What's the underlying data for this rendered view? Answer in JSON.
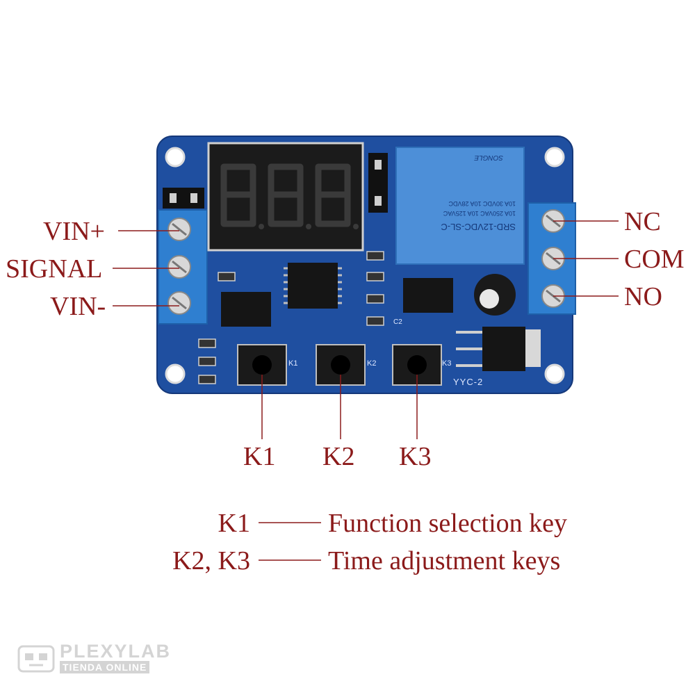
{
  "terminals_left": {
    "vin_plus": "VIN+",
    "signal": "SIGNAL",
    "vin_minus": "VIN-"
  },
  "terminals_right": {
    "nc": "NC",
    "com": "COM",
    "no": "NO"
  },
  "keys": {
    "k1": "K1",
    "k2": "K2",
    "k3": "K3"
  },
  "legend": [
    {
      "key": "K1",
      "description": "Function selection key"
    },
    {
      "key": "K2, K3",
      "description": "Time adjustment keys"
    }
  ],
  "board": {
    "silkscreen_k1": "K1",
    "silkscreen_k2": "K2",
    "silkscreen_k3": "K3",
    "silkscreen_c2": "C2",
    "model": "YYC-2",
    "relay_line1": "SRD-12VDC-SL-C",
    "relay_line2": "10A 250VAC  10A 125VAC",
    "relay_line3": "10A 30VDC  10A 28VDC",
    "relay_brand": "SONGLE"
  },
  "watermark": {
    "name": "PLEXYLAB",
    "subtitle": "TIENDA ONLINE"
  },
  "colors": {
    "pcb": "#1f4fa0",
    "label": "#8b1a1a",
    "terminal": "#2f7fd0",
    "relay": "#4d8fd8"
  }
}
